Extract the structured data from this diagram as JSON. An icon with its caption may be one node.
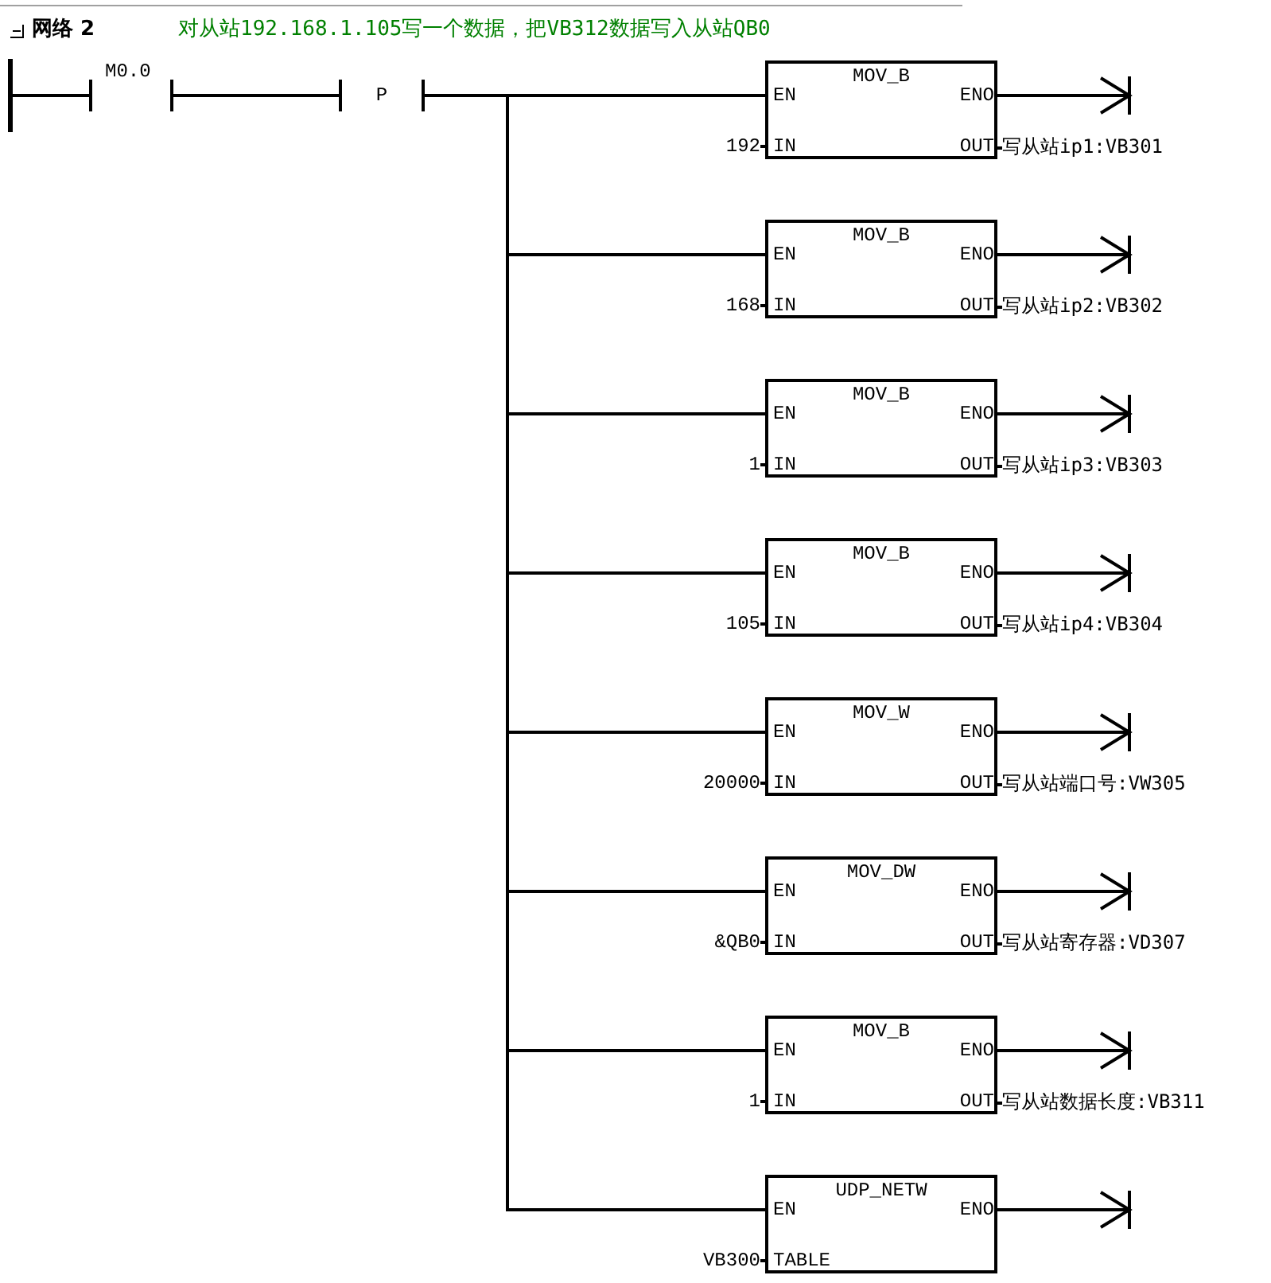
{
  "diagram": {
    "title": "网络 2",
    "nodes": [
      {
        "text": [],
        "shape": "bar"
      },
      {
        "text": [
          "M0.0"
        ]
      },
      {
        "text": [
          "P"
        ]
      },
      {
        "text": [
          "MOV_B",
          "EN",
          "ENO",
          "IN",
          "OUT"
        ],
        "beside": [
          "192",
          "写从站ip1:VB301"
        ]
      },
      {
        "text": [
          "MOV_B",
          "EN",
          "ENO",
          "IN",
          "OUT"
        ],
        "beside": [
          "168",
          "写从站ip2:VB302"
        ]
      },
      {
        "text": [
          "MOV_B",
          "EN",
          "ENO",
          "IN",
          "OUT"
        ],
        "beside": [
          "1",
          "写从站ip3:VB303"
        ]
      },
      {
        "text": [
          "MOV_B",
          "EN",
          "ENO",
          "IN",
          "OUT"
        ],
        "beside": [
          "105",
          "写从站ip4:VB304"
        ]
      },
      {
        "text": [
          "MOV_W",
          "EN",
          "ENO",
          "IN",
          "OUT"
        ],
        "beside": [
          "20000",
          "写从站端口号:VW305"
        ]
      },
      {
        "text": [
          "MOV_DW",
          "EN",
          "ENO",
          "IN",
          "OUT"
        ],
        "beside": [
          "&QB0",
          "写从站寄存器:VD307"
        ]
      },
      {
        "text": [
          "MOV_B",
          "EN",
          "ENO",
          "IN",
          "OUT"
        ],
        "beside": [
          "1",
          "写从站数据长度:VB311"
        ]
      },
      {
        "text": [
          "UDP_NETW",
          "EN",
          "ENO",
          "TABLE"
        ],
        "beside": [
          "VB300"
        ]
      }
    ],
    "edges": [
      {
        "from": 0,
        "to": 1,
        "arrow": "none"
      },
      {
        "from": 1,
        "to": 2,
        "arrow": "none"
      },
      {
        "from": 2,
        "to": 3,
        "arrow": "none"
      },
      {
        "from": 2,
        "to": 4,
        "arrow": "none"
      },
      {
        "from": 2,
        "to": 5,
        "arrow": "none"
      },
      {
        "from": 2,
        "to": 6,
        "arrow": "none"
      },
      {
        "from": 2,
        "to": 7,
        "arrow": "none"
      },
      {
        "from": 2,
        "to": 8,
        "arrow": "none"
      },
      {
        "from": 2,
        "to": 9,
        "arrow": "none"
      },
      {
        "from": 2,
        "to": 10,
        "arrow": "none"
      },
      {
        "from": 3,
        "to": null,
        "arrow": "to"
      },
      {
        "from": 4,
        "to": null,
        "arrow": "to"
      },
      {
        "from": 5,
        "to": null,
        "arrow": "to"
      },
      {
        "from": 6,
        "to": null,
        "arrow": "to"
      },
      {
        "from": 7,
        "to": null,
        "arrow": "to"
      },
      {
        "from": 8,
        "to": null,
        "arrow": "to"
      },
      {
        "from": 9,
        "to": null,
        "arrow": "to"
      },
      {
        "from": 10,
        "to": null,
        "arrow": "to"
      }
    ],
    "labels": [
      "对从站192.168.1.105写一个数据，把VB312数据写入从站QB0"
    ]
  }
}
